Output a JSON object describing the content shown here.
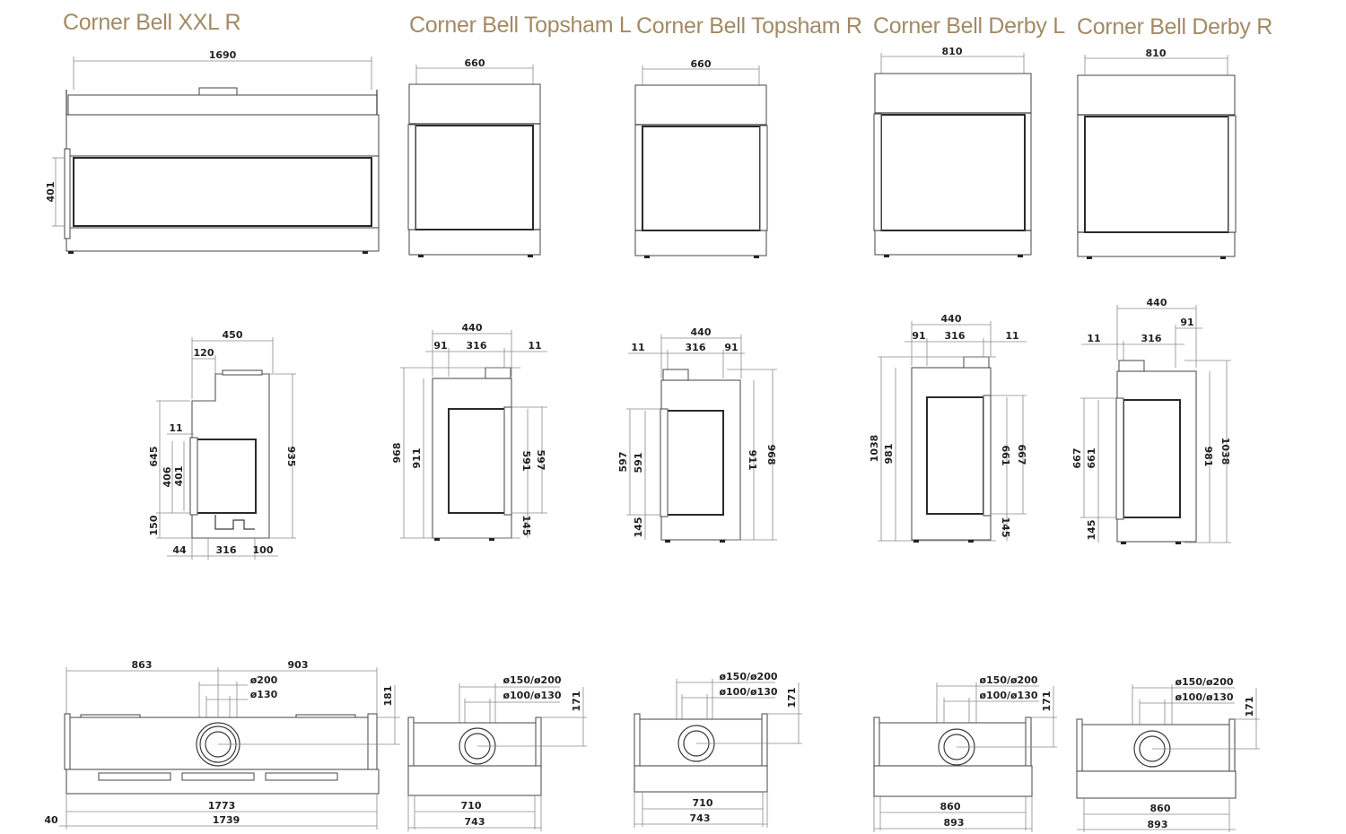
{
  "titles": {
    "xxl_r": "Corner Bell XXL R",
    "topsham_l": "Corner Bell Topsham L",
    "topsham_r": "Corner Bell Topsham R",
    "derby_l": "Corner Bell Derby L",
    "derby_r": "Corner Bell Derby R"
  },
  "dims": {
    "xxl_front_width": "1690",
    "xxl_front_glass_h": "401",
    "xxl_side_depth": "450",
    "xxl_side_120": "120",
    "xxl_side_11": "11",
    "xxl_side_645": "645",
    "xxl_side_406": "406",
    "xxl_side_401": "401",
    "xxl_side_935": "935",
    "xxl_side_150": "150",
    "xxl_side_44": "44",
    "xxl_side_316": "316",
    "xxl_side_100": "100",
    "xxl_top_863": "863",
    "xxl_top_903": "903",
    "xxl_top_d200": "ø200",
    "xxl_top_d130": "ø130",
    "xxl_top_181": "181",
    "xxl_top_1773": "1773",
    "xxl_top_1739": "1739",
    "xxl_top_40": "40",
    "ts_front_width": "660",
    "side_440": "440",
    "side_91": "91",
    "side_316": "316",
    "side_11": "11",
    "ts_968": "968",
    "ts_911": "911",
    "ts_591": "591",
    "ts_597": "597",
    "side_145": "145",
    "top_d150_200": "ø150/ø200",
    "top_d100_130": "ø100/ø130",
    "top_171": "171",
    "ts_top_710": "710",
    "ts_top_743": "743",
    "db_front_width": "810",
    "db_1038": "1038",
    "db_981": "981",
    "db_661": "661",
    "db_667": "667",
    "db_top_860": "860",
    "db_top_893": "893"
  }
}
